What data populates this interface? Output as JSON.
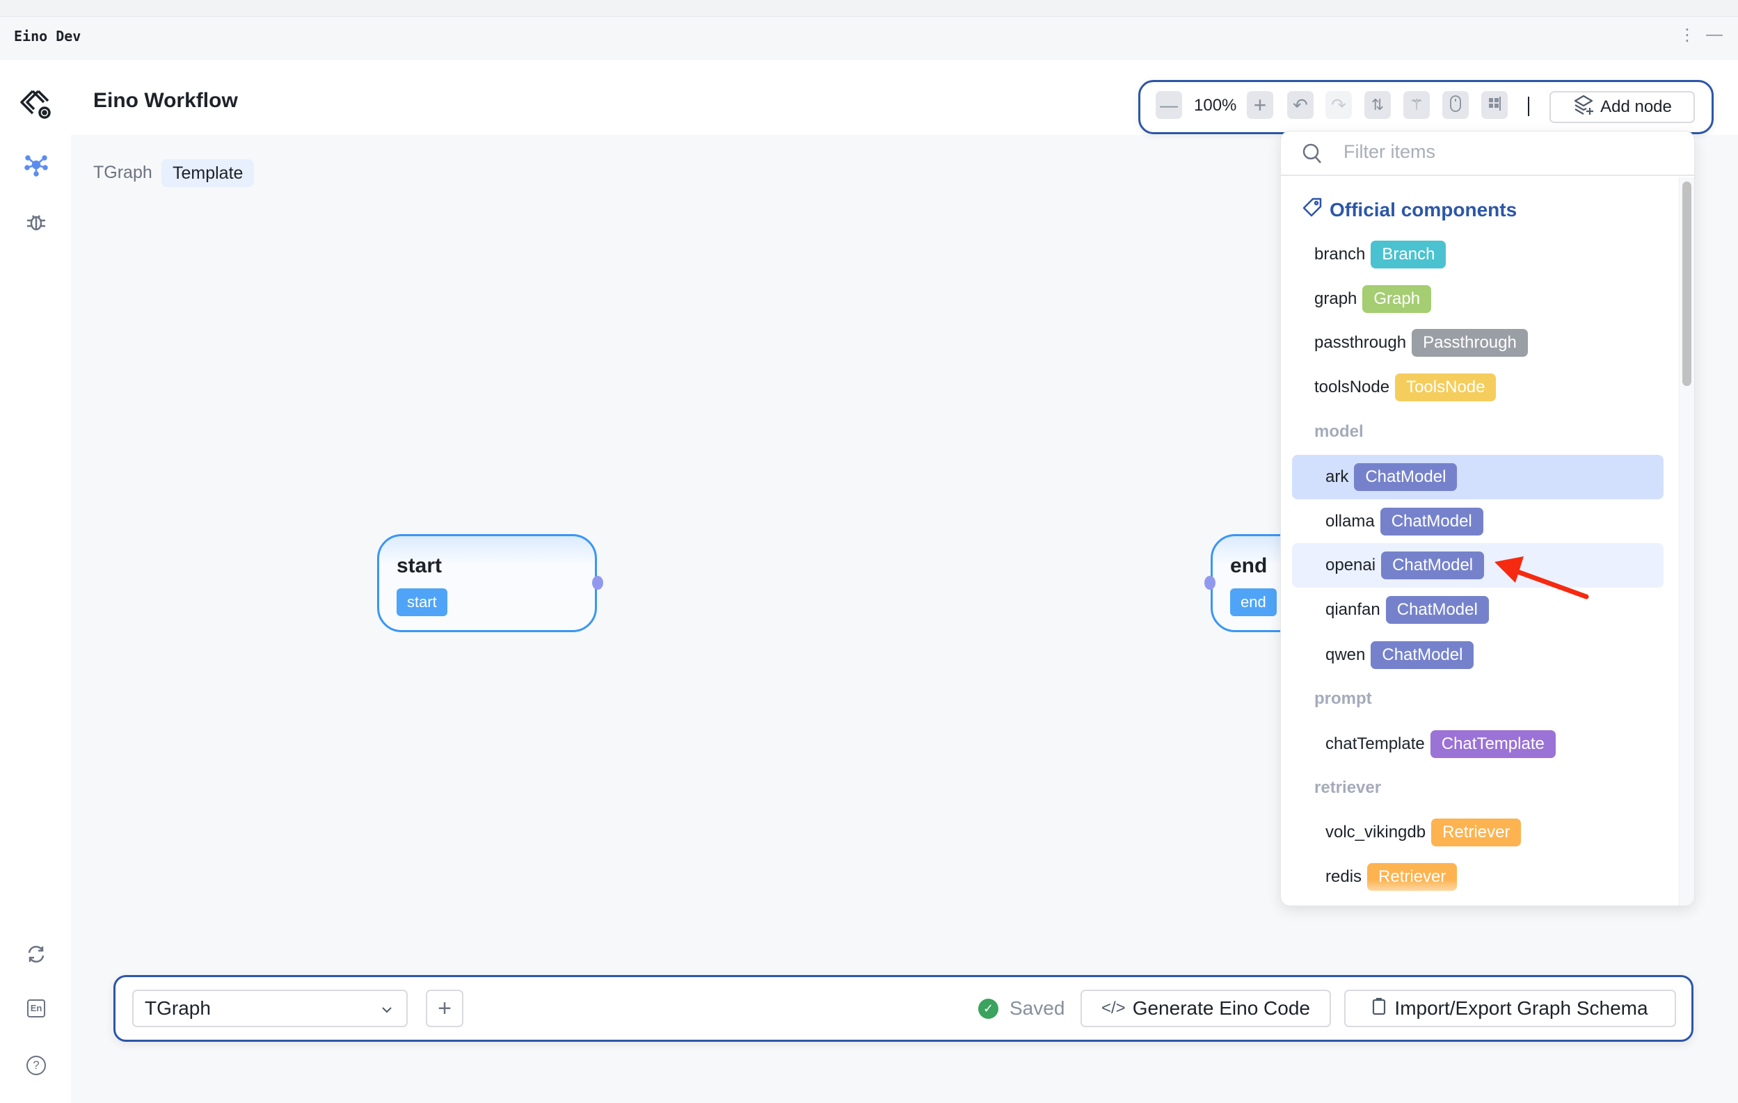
{
  "window": {
    "title": "Eino Dev",
    "menu_icon": "more-vertical-icon",
    "minimize_icon": "minimize-icon"
  },
  "sidebar": {
    "items": [
      {
        "name": "logo",
        "icon": "eino-logo-gear-icon"
      },
      {
        "name": "workflow",
        "icon": "graph-nodes-icon",
        "active": true
      },
      {
        "name": "debug",
        "icon": "bug-icon"
      },
      {
        "name": "sync",
        "icon": "sync-icon"
      },
      {
        "name": "language",
        "icon": "language-en-icon",
        "label": "En"
      },
      {
        "name": "help",
        "icon": "help-circle-icon",
        "label": "?"
      }
    ]
  },
  "header": {
    "title": "Eino Workflow"
  },
  "breadcrumb": {
    "graph": "TGraph",
    "tag": "Template"
  },
  "toolbar": {
    "zoom_level": "100%",
    "add_node_label": "Add node"
  },
  "dropdown": {
    "filter_placeholder": "Filter items",
    "section_title": "Official components",
    "top_items": [
      {
        "name": "branch",
        "tag": "Branch",
        "color": "#4bc2cf"
      },
      {
        "name": "graph",
        "tag": "Graph",
        "color": "#a5cd72"
      },
      {
        "name": "passthrough",
        "tag": "Passthrough",
        "color": "#9a9ea5"
      },
      {
        "name": "toolsNode",
        "tag": "ToolsNode",
        "color": "#f5cd5c"
      }
    ],
    "groups": [
      {
        "title": "model",
        "items": [
          {
            "name": "ark",
            "tag": "ChatModel",
            "color": "#7582cb",
            "state": "selected"
          },
          {
            "name": "ollama",
            "tag": "ChatModel",
            "color": "#7582cb"
          },
          {
            "name": "openai",
            "tag": "ChatModel",
            "color": "#7582cb",
            "state": "hovered"
          },
          {
            "name": "qianfan",
            "tag": "ChatModel",
            "color": "#7582cb"
          },
          {
            "name": "qwen",
            "tag": "ChatModel",
            "color": "#7582cb"
          }
        ]
      },
      {
        "title": "prompt",
        "items": [
          {
            "name": "chatTemplate",
            "tag": "ChatTemplate",
            "color": "#9b72d6"
          }
        ]
      },
      {
        "title": "retriever",
        "items": [
          {
            "name": "volc_vikingdb",
            "tag": "Retriever",
            "color": "#fdb350"
          },
          {
            "name": "redis",
            "tag": "Retriever",
            "color": "#fdb350"
          }
        ]
      }
    ]
  },
  "canvas": {
    "nodes": [
      {
        "title": "start",
        "tag": "start"
      },
      {
        "title": "end",
        "tag": "end"
      }
    ],
    "annotation": "red-arrow-pointing-to-openai"
  },
  "bottom_bar": {
    "graph_select": "TGraph",
    "status": "Saved",
    "generate_label": "Generate Eino Code",
    "import_export_label": "Import/Export Graph Schema"
  },
  "colors": {
    "accent": "#2c56a8",
    "node_border": "#3a96f7",
    "saved": "#3aa35d",
    "annotation": "#f52a10"
  }
}
